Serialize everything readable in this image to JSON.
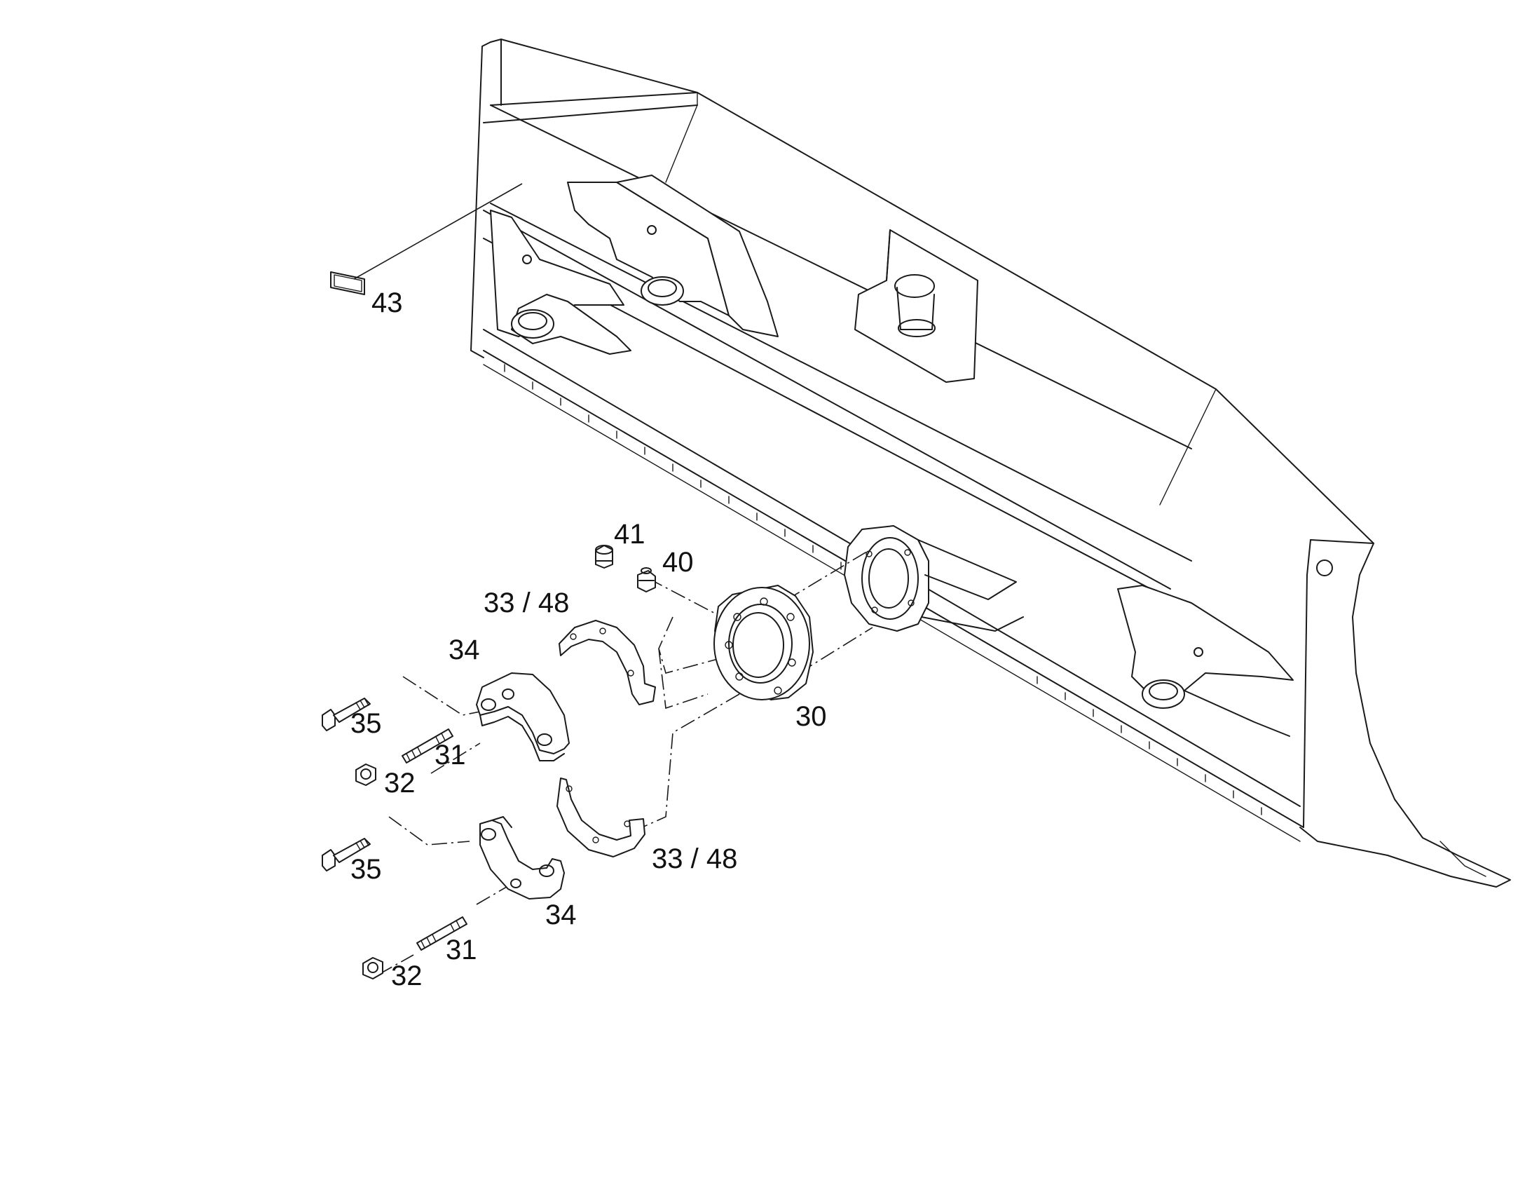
{
  "callouts": {
    "c43": "43",
    "c41": "41",
    "c40": "40",
    "c33_48_top": "33 / 48",
    "c34_top": "34",
    "c35_top": "35",
    "c31_top": "31",
    "c32_top": "32",
    "c30": "30",
    "c33_48_bottom": "33 / 48",
    "c35_bottom": "35",
    "c34_bottom": "34",
    "c31_bottom": "31",
    "c32_bottom": "32"
  }
}
